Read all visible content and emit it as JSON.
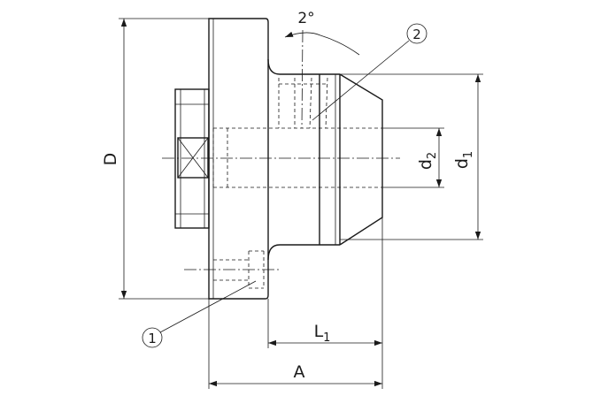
{
  "labels": {
    "D": "D",
    "A": "A",
    "L": "L",
    "L_sub": "1",
    "d2": "d",
    "d2_sub": "2",
    "d1": "d",
    "d1_sub": "1",
    "angle": "2°",
    "callout_1": "1",
    "callout_2": "2"
  }
}
